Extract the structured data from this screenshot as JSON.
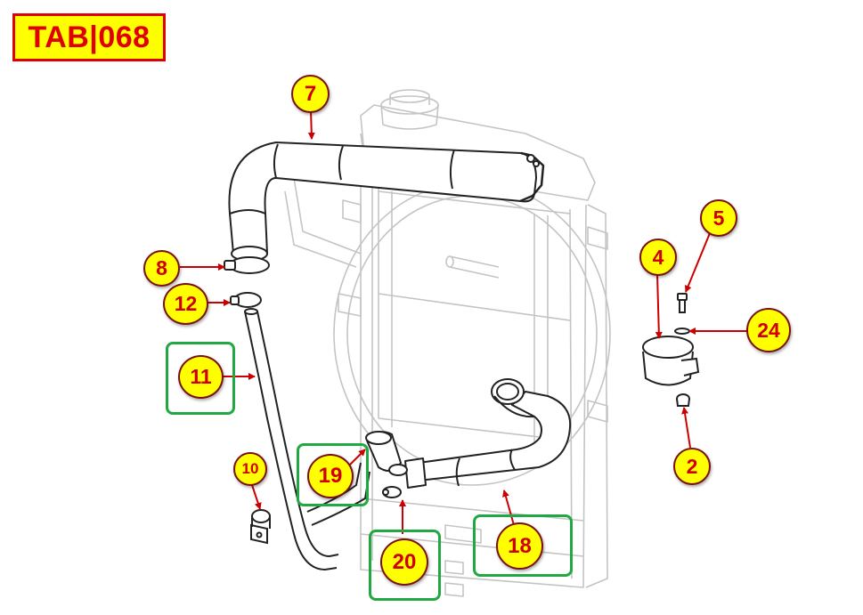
{
  "tab_code": "TAB|068",
  "callouts": {
    "c7": "7",
    "c8": "8",
    "c12": "12",
    "c11": "11",
    "c10": "10",
    "c19": "19",
    "c20": "20",
    "c18": "18",
    "c4": "4",
    "c5": "5",
    "c24": "24",
    "c2": "2"
  },
  "colors": {
    "label_bg": "#ffff00",
    "label_text": "#e00000",
    "leader_line": "#cc0000",
    "highlight_box": "#22a842",
    "line_art": "#222222",
    "ghost_art": "#c4c4c4"
  }
}
